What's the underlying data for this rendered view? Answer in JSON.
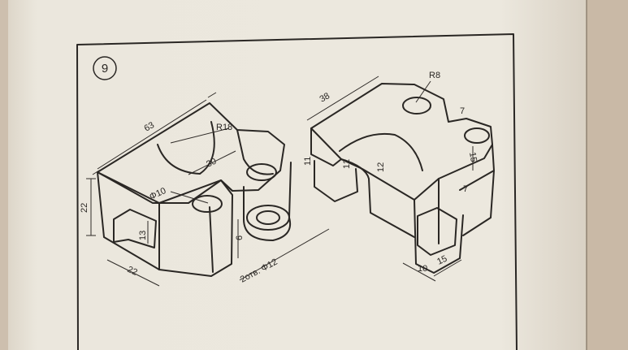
{
  "figure": {
    "number": "9",
    "left_part": {
      "dims": {
        "length": "63",
        "radius": "R18",
        "hole_dia": "Φ10",
        "slot_width": "30",
        "height": "22",
        "depth": "22",
        "window_h": "13",
        "step_h": "6",
        "holes_note": "2отв. Φ12"
      }
    },
    "right_part": {
      "dims": {
        "length": "38",
        "radius": "R8",
        "thick_a": "11",
        "thick_b": "12",
        "thick_c": "12",
        "offset_a": "7",
        "offset_b": "7",
        "side_w": "15",
        "base_a": "10",
        "base_b": "15"
      }
    }
  },
  "colors": {
    "page": "#ece8de",
    "ink": "#2a2724",
    "background": "#cdbfae"
  }
}
